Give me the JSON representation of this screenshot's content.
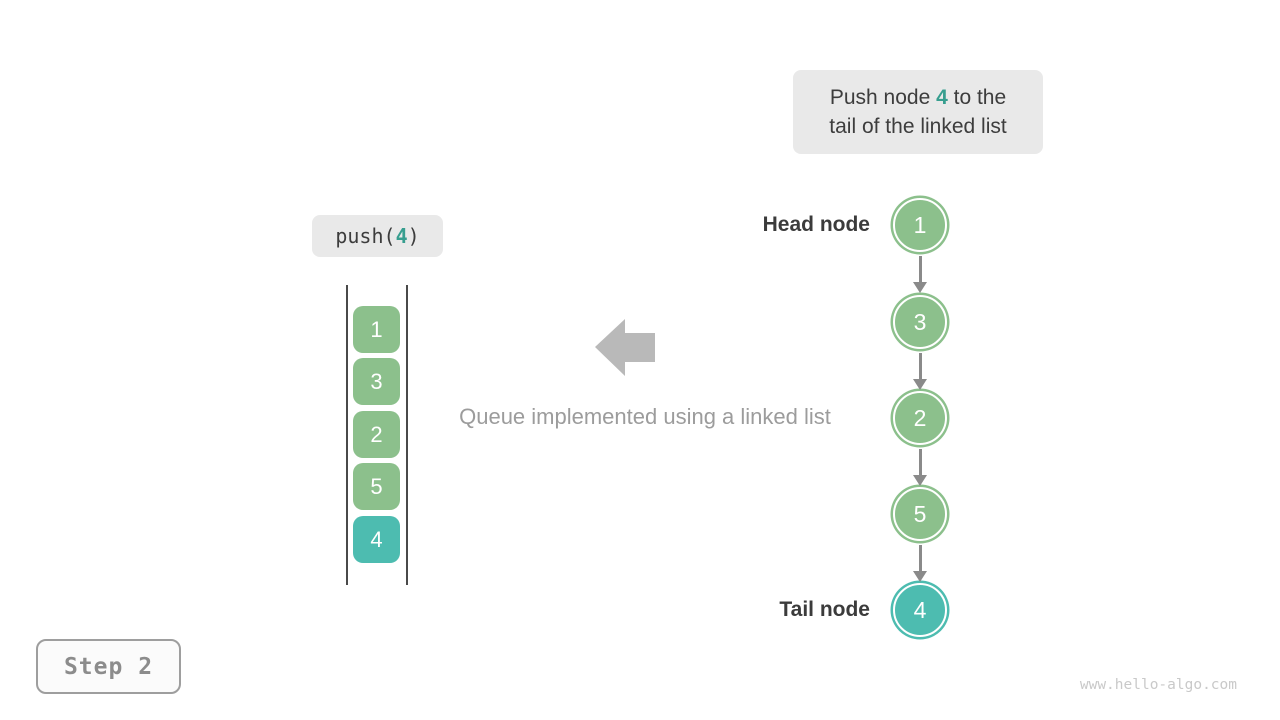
{
  "callout": {
    "line1_prefix": "Push node ",
    "highlight": "4",
    "line1_suffix": " to the",
    "line2": "tail of the linked list"
  },
  "operation": {
    "prefix": "push(",
    "arg": "4",
    "suffix": ")"
  },
  "queue": {
    "items": [
      "1",
      "3",
      "2",
      "5",
      "4"
    ],
    "highlighted_item": "4"
  },
  "caption": "Queue implemented using a linked list",
  "linked_list": {
    "head_label": "Head node",
    "tail_label": "Tail node",
    "nodes": [
      "1",
      "3",
      "2",
      "5",
      "4"
    ],
    "highlighted_node": "4"
  },
  "step_badge": "Step 2",
  "watermark": "www.hello-algo.com",
  "colors": {
    "node_green": "#8cc08c",
    "node_teal": "#4dbcb0",
    "highlight_text": "#379e8f",
    "callout_bg": "#e9e9e9",
    "block_arrow_gray": "#b9b9b9",
    "connector_gray": "#8a8a8a",
    "caption_gray": "#9c9c9c"
  }
}
